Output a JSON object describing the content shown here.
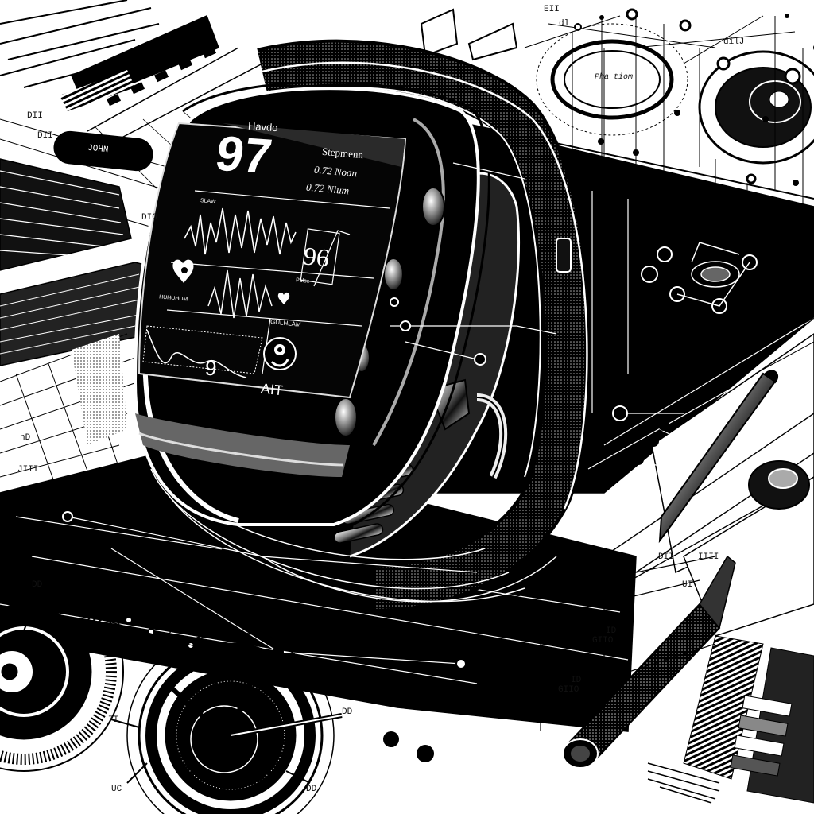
{
  "scene": {
    "description": "Monochrome technical illustration of a fitness band / smartwatch over blueprint schematics",
    "colors": {
      "ink": "#000000",
      "paper": "#ffffff",
      "mid_gray": "#7a7a7a",
      "light_gray": "#cfcfcf"
    }
  },
  "watch": {
    "screen": {
      "header_label": "Havdo",
      "big_number": "97",
      "right_title": "Stepmenn",
      "right_line_1": "0.72 Noan",
      "right_line_2": "0.72 Nium",
      "waveform_label": "SLAW",
      "side_value": "96",
      "side_unit": "Pulse",
      "heart_label": "HUHUHUM",
      "heart2_label": "GULHLAM",
      "graph_value": "9",
      "mode_label": "AIT",
      "icons": [
        "heart-icon",
        "heart-rate-icon",
        "settings-icon"
      ]
    },
    "side_buttons": 4
  },
  "left_panel": {
    "pill_label": "JOHN",
    "tick_labels": [
      "DII",
      "DII",
      "DIO",
      "nD",
      "JIII"
    ]
  },
  "top_right": {
    "lens_label": "Pha tiom",
    "tick_labels": [
      "EII",
      "dl",
      "dilJ"
    ]
  },
  "bottom_left": {
    "dial_labels": [
      "DD",
      "DD",
      "UC",
      "DD",
      "7I"
    ]
  },
  "bottom_right": {
    "ruler_labels": [
      "DII",
      "IIII",
      "UI",
      "ID",
      "GIIO",
      "ID",
      "GIIO"
    ]
  }
}
